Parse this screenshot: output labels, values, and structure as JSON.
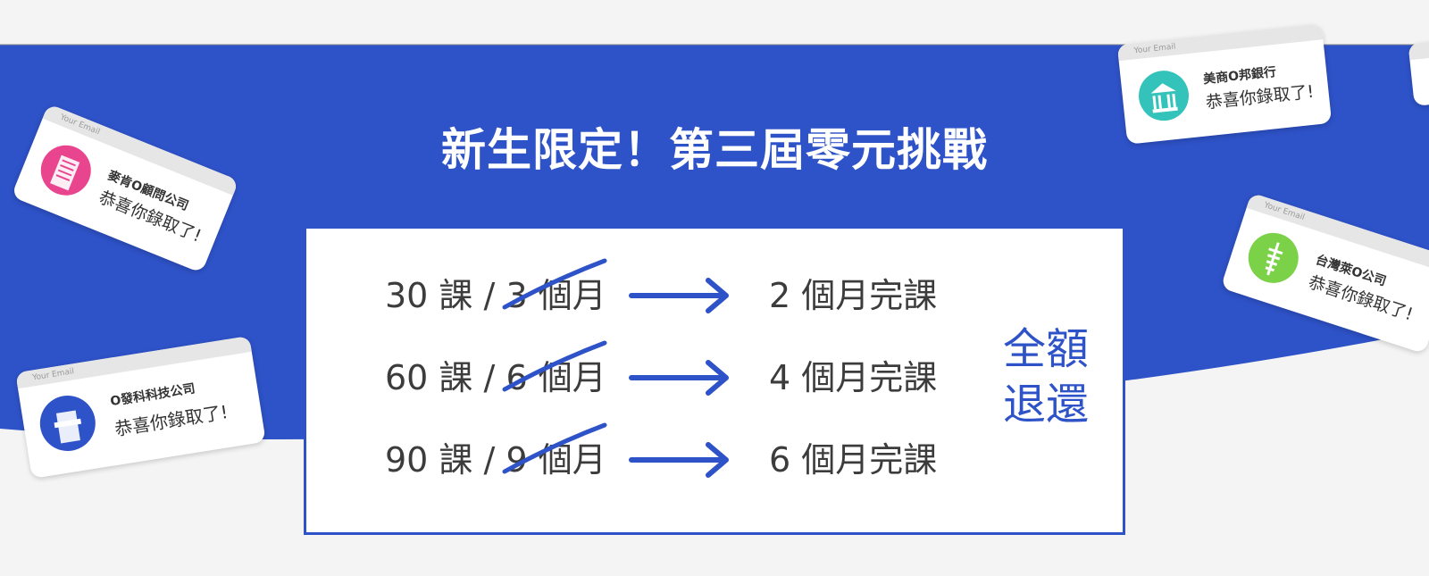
{
  "title": "新生限定！第三屆零元挑戰",
  "colors": {
    "brand_blue": "#2e52c7",
    "background": "#f4f4f4",
    "card_pink": "#e9458f",
    "card_teal": "#33c3bb",
    "card_green": "#7bd148",
    "card_navy": "#2e52c7"
  },
  "plans": [
    {
      "lessons": "30 課",
      "separator": "/",
      "old_duration": "3 個月",
      "new_duration": "2 個月完課"
    },
    {
      "lessons": "60 課",
      "separator": "/",
      "old_duration": "6 個月",
      "new_duration": "4 個月完課"
    },
    {
      "lessons": "90 課",
      "separator": "/",
      "old_duration": "9 個月",
      "new_duration": "6 個月完課"
    }
  ],
  "refund": {
    "line1": "全額",
    "line2": "退還"
  },
  "cards": [
    {
      "header": "Your Email",
      "company": "麥肯O顧問公司",
      "message": "恭喜你錄取了!",
      "icon": "building-icon"
    },
    {
      "header": "Your Email",
      "company": "O發科科技公司",
      "message": "恭喜你錄取了!",
      "icon": "tech-building-icon"
    },
    {
      "header": "Your Email",
      "company": "美商O邦銀行",
      "message": "恭喜你錄取了!",
      "icon": "bank-icon"
    },
    {
      "header": "Your Email",
      "company": "台灣萊O公司",
      "message": "恭喜你錄取了!",
      "icon": "tower-icon"
    }
  ]
}
